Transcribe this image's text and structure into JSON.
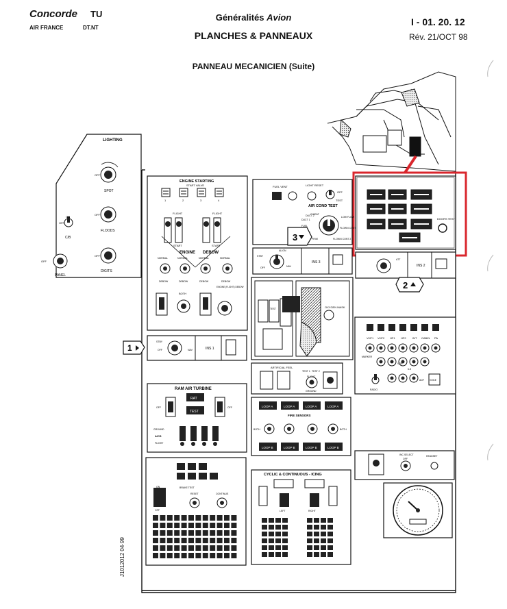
{
  "header": {
    "brand": "Concorde",
    "tu": "TU",
    "airline": "AIR FRANCE",
    "dept": "DT.NT",
    "title_a": "Généralités",
    "title_b": "Avion",
    "title_main": "PLANCHES & PANNEAUX",
    "doc_number": "I - 01. 20. 12",
    "revision": "Rév. 21/OCT 98",
    "subtitle": "PANNEAU MECANICIEN (Suite)",
    "side_code": "J1012012 04·99"
  },
  "callouts": [
    "1",
    "2",
    "3"
  ],
  "highlight_color": "#d9262c",
  "panels": {
    "lighting": {
      "title": "LIGHTING",
      "spot": "SPOT",
      "floods": "FLOODS",
      "digits": "DIGITS",
      "panel": "PANEL",
      "cb": "C/B",
      "off": "OFF",
      "on": "ON"
    },
    "engine_starting": {
      "title": "ENGINE STARTING",
      "start_valve": "START VALVE",
      "engine": "ENGINE",
      "debow": "DEBOW",
      "normal": "NORMAL",
      "flight": "FLIGHT",
      "start": "START",
      "both": "BOTH",
      "engine_selector": "ENGINE (FLIGHT) DEBOW",
      "nums": [
        "1",
        "2",
        "3",
        "4"
      ]
    },
    "air_cond": {
      "fuel_vent": "FUEL VENT",
      "light_reset": "LIGHT RESET",
      "title": "AIR COND TEST",
      "off": "OFF",
      "test": "TEST",
      "items": [
        "O/HEAT",
        "DUCT 1",
        "DUCT 2",
        "FUEL",
        "SEC",
        "PRIM",
        "LOW FLOW",
        "FLOWN CONT",
        "FLOWN CONT 2"
      ]
    },
    "ins": {
      "ins1": "INS 1",
      "ins2": "INS 2",
      "ins3": "INS 3",
      "stby": "STBY",
      "att": "ATT",
      "nav": "NAV",
      "align": "ALIGN",
      "off": "OFF"
    },
    "doors": {
      "label": "DOORS TEST"
    },
    "oxygen": {
      "title": "OXYGEN MASK",
      "test": "TEST"
    },
    "artificial_feel": {
      "title": "ARTIFICIAL FEEL",
      "test1": "TEST 1",
      "test2": "TEST 2",
      "flight": "FLIGHT",
      "ground": "GROUND"
    },
    "ram_air": {
      "title": "RAM AIR TURBINE",
      "rat": "RAT",
      "test": "TEST",
      "off": "OFF",
      "ground": "GROUND",
      "flight": "FLIGHT",
      "arcs": "A/CS"
    },
    "fire": {
      "title": "FIRE SENSORS",
      "loops_a": [
        "LOOP A",
        "LOOP A",
        "LOOP A",
        "LOOP A"
      ],
      "loops_b": [
        "LOOP B",
        "LOOP B",
        "LOOP B",
        "LOOP B"
      ],
      "both": "BOTH"
    },
    "audio": {
      "labels": [
        "VHF1",
        "VHF2",
        "HF1",
        "HF2",
        "INT",
        "CABIN",
        "PA"
      ],
      "marker": "MARKER",
      "ils": "ILS",
      "vor": "VOR",
      "adf": "ADF",
      "voice": "VOICE",
      "radio": "RADIO"
    },
    "brakes": {
      "brake_test": "BRAKE TEST",
      "reset": "RESET",
      "continue": "CONTINUE",
      "on": "ON",
      "off": "OFF"
    },
    "icing": {
      "title": "CYCLIC & CONTINUOUS - ICING",
      "left": "LEFT",
      "right": "RIGHT"
    },
    "misc": {
      "inc_select": "INC SELECT",
      "headset": "HEADSET",
      "off": "OFF"
    }
  }
}
